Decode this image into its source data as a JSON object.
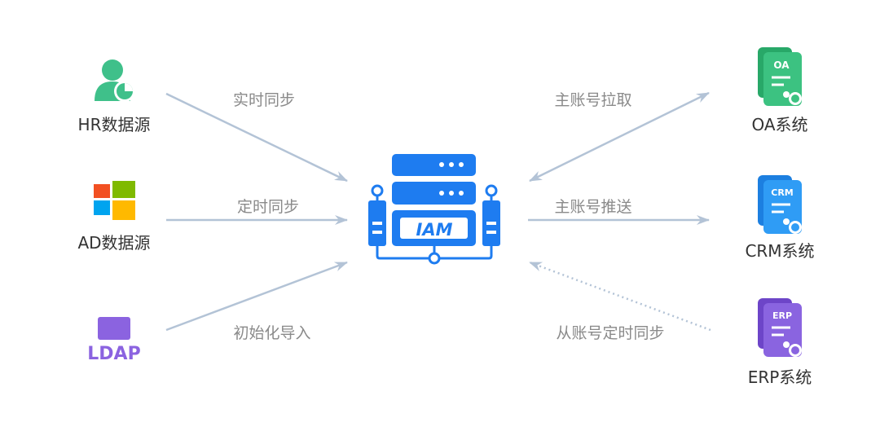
{
  "sources": {
    "hr": {
      "label": "HR数据源"
    },
    "ad": {
      "label": "AD数据源"
    },
    "ldap": {
      "logo_text": "LDAP"
    }
  },
  "center": {
    "label": "IAM"
  },
  "flows": {
    "realtime_sync": "实时同步",
    "scheduled_sync": "定时同步",
    "initial_import": "初始化导入",
    "master_pull": "主账号拉取",
    "master_push": "主账号推送",
    "slave_sync": "从账号定时同步"
  },
  "targets": {
    "oa": {
      "badge": "OA",
      "label": "OA系统"
    },
    "crm": {
      "badge": "CRM",
      "label": "CRM系统"
    },
    "erp": {
      "badge": "ERP",
      "label": "ERP系统"
    }
  },
  "colors": {
    "arrow": "#b3c3d6",
    "flow_text": "#8a8a8a",
    "node_text": "#333333",
    "hr_green": "#3fc08a",
    "iam_blue": "#1e7cf0",
    "oa_green": "#3cc281",
    "crm_blue": "#2f9cf5",
    "erp_purple": "#8a64e0",
    "ldap_purple": "#8b63e0"
  }
}
